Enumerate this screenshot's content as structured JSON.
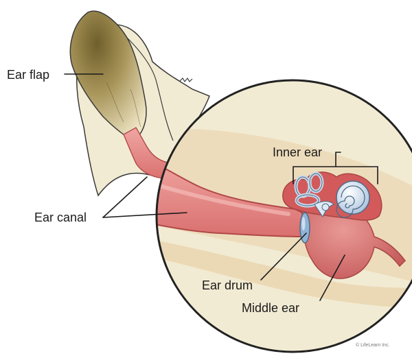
{
  "labels": {
    "ear_flap": "Ear flap",
    "ear_canal": "Ear canal",
    "inner_ear": "Inner ear",
    "ear_drum": "Ear drum",
    "middle_ear": "Middle ear"
  },
  "credit": "© LifeLearn Inc.",
  "colors": {
    "skin": "#f2ebd3",
    "outline": "#3a3a3a",
    "flap_inner_dark": "#8d7a3e",
    "canal": "#e48d8d",
    "canal_dark": "#b04848",
    "tissue_band": "#ecd9b6",
    "inner_ear_blue": "#c7d9ea",
    "ear_drum_blue": "#8fb3d6"
  }
}
